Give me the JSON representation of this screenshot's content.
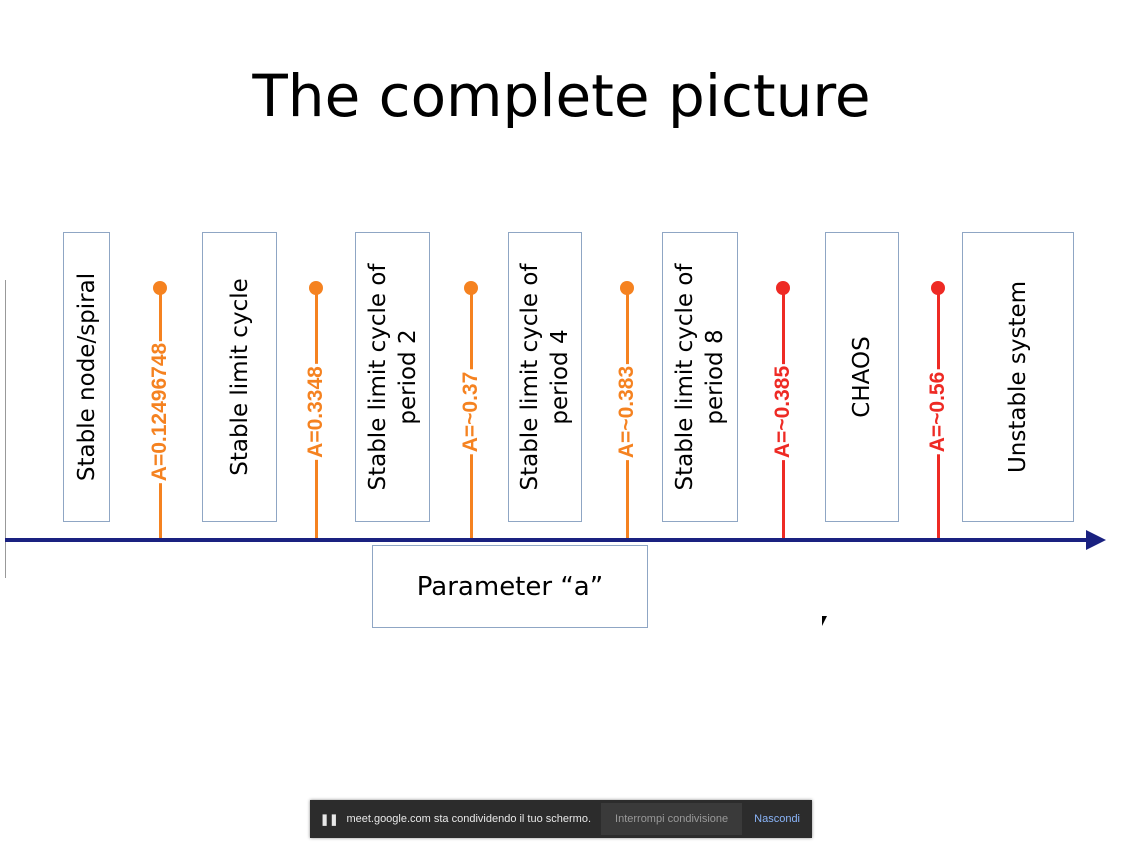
{
  "title": "The complete picture",
  "regions": [
    "Stable node/spiral",
    "Stable limit cycle",
    "Stable limit cycle of\nperiod 2",
    "Stable limit cycle of\nperiod 4",
    "Stable limit cycle of\nperiod 8",
    "CHAOS",
    "Unstable system"
  ],
  "thresholds": [
    {
      "label": "A=0.12496748",
      "color": "#f58220"
    },
    {
      "label": "A=0.3348",
      "color": "#f58220"
    },
    {
      "label": "A=~0.37",
      "color": "#f58220"
    },
    {
      "label": "A=~0.383",
      "color": "#f58220"
    },
    {
      "label": "A=~0.385",
      "color": "#ee2a24"
    },
    {
      "label": "A=~0.56",
      "color": "#ee2a24"
    }
  ],
  "axis_label": "Parameter “a”",
  "share_bar": {
    "pause_icon": "pause-icon",
    "message": "meet.google.com sta condividendo il tuo schermo.",
    "stop_label": "Interrompi condivisione",
    "hide_label": "Nascondi"
  }
}
